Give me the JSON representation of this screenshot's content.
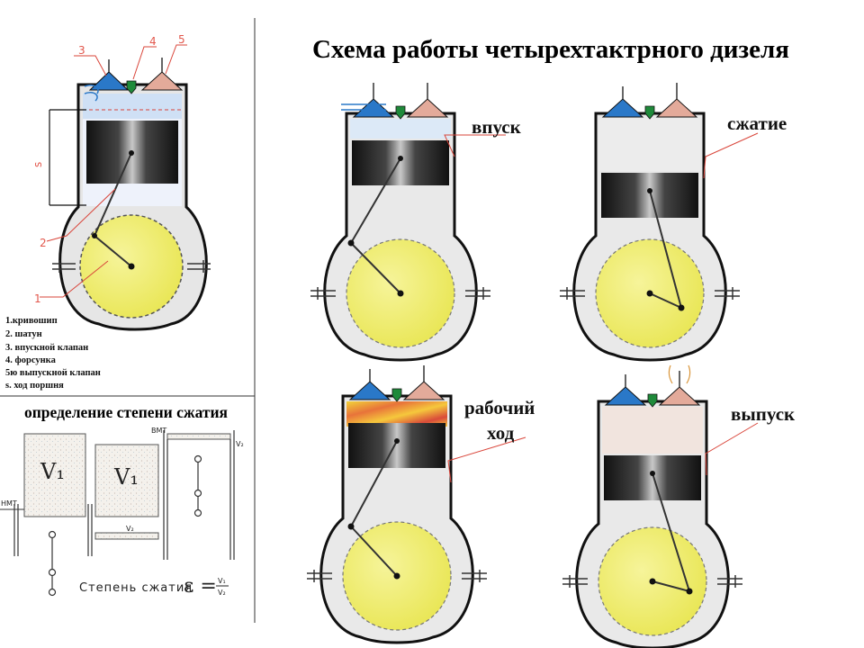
{
  "title": "Схема работы четырехтактрного дизеля",
  "strokes": [
    {
      "label": "впуск"
    },
    {
      "label": "сжатие"
    },
    {
      "label_line1": "рабочий",
      "label_line2": "ход"
    },
    {
      "label": "выпуск"
    }
  ],
  "legend": [
    "1.кривошип",
    "2. шатун",
    "3. впускной клапан",
    "4. форсунка",
    "5ю выпускной клапан",
    "s. ход поршня"
  ],
  "part_numbers": [
    "1",
    "2",
    "3",
    "4",
    "5"
  ],
  "stroke_mark": "s",
  "compression": {
    "title": "определение степени сжатия",
    "v1": "V₁",
    "v2": "V₂",
    "bdc": "НМТ",
    "tdc": "ВМТ",
    "formula_text": "Степень сжатия",
    "epsilon": "ε =",
    "fraction_num": "V₁",
    "fraction_den": "V₂"
  },
  "colors": {
    "crank_yellow": "#f0ee6a",
    "body_grey": "#e8e8e8",
    "intake_valve": "#2a78c8",
    "exhaust_valve": "#e3aa9a",
    "injector": "#1f8a3a",
    "pointer_red": "#d9453a"
  }
}
